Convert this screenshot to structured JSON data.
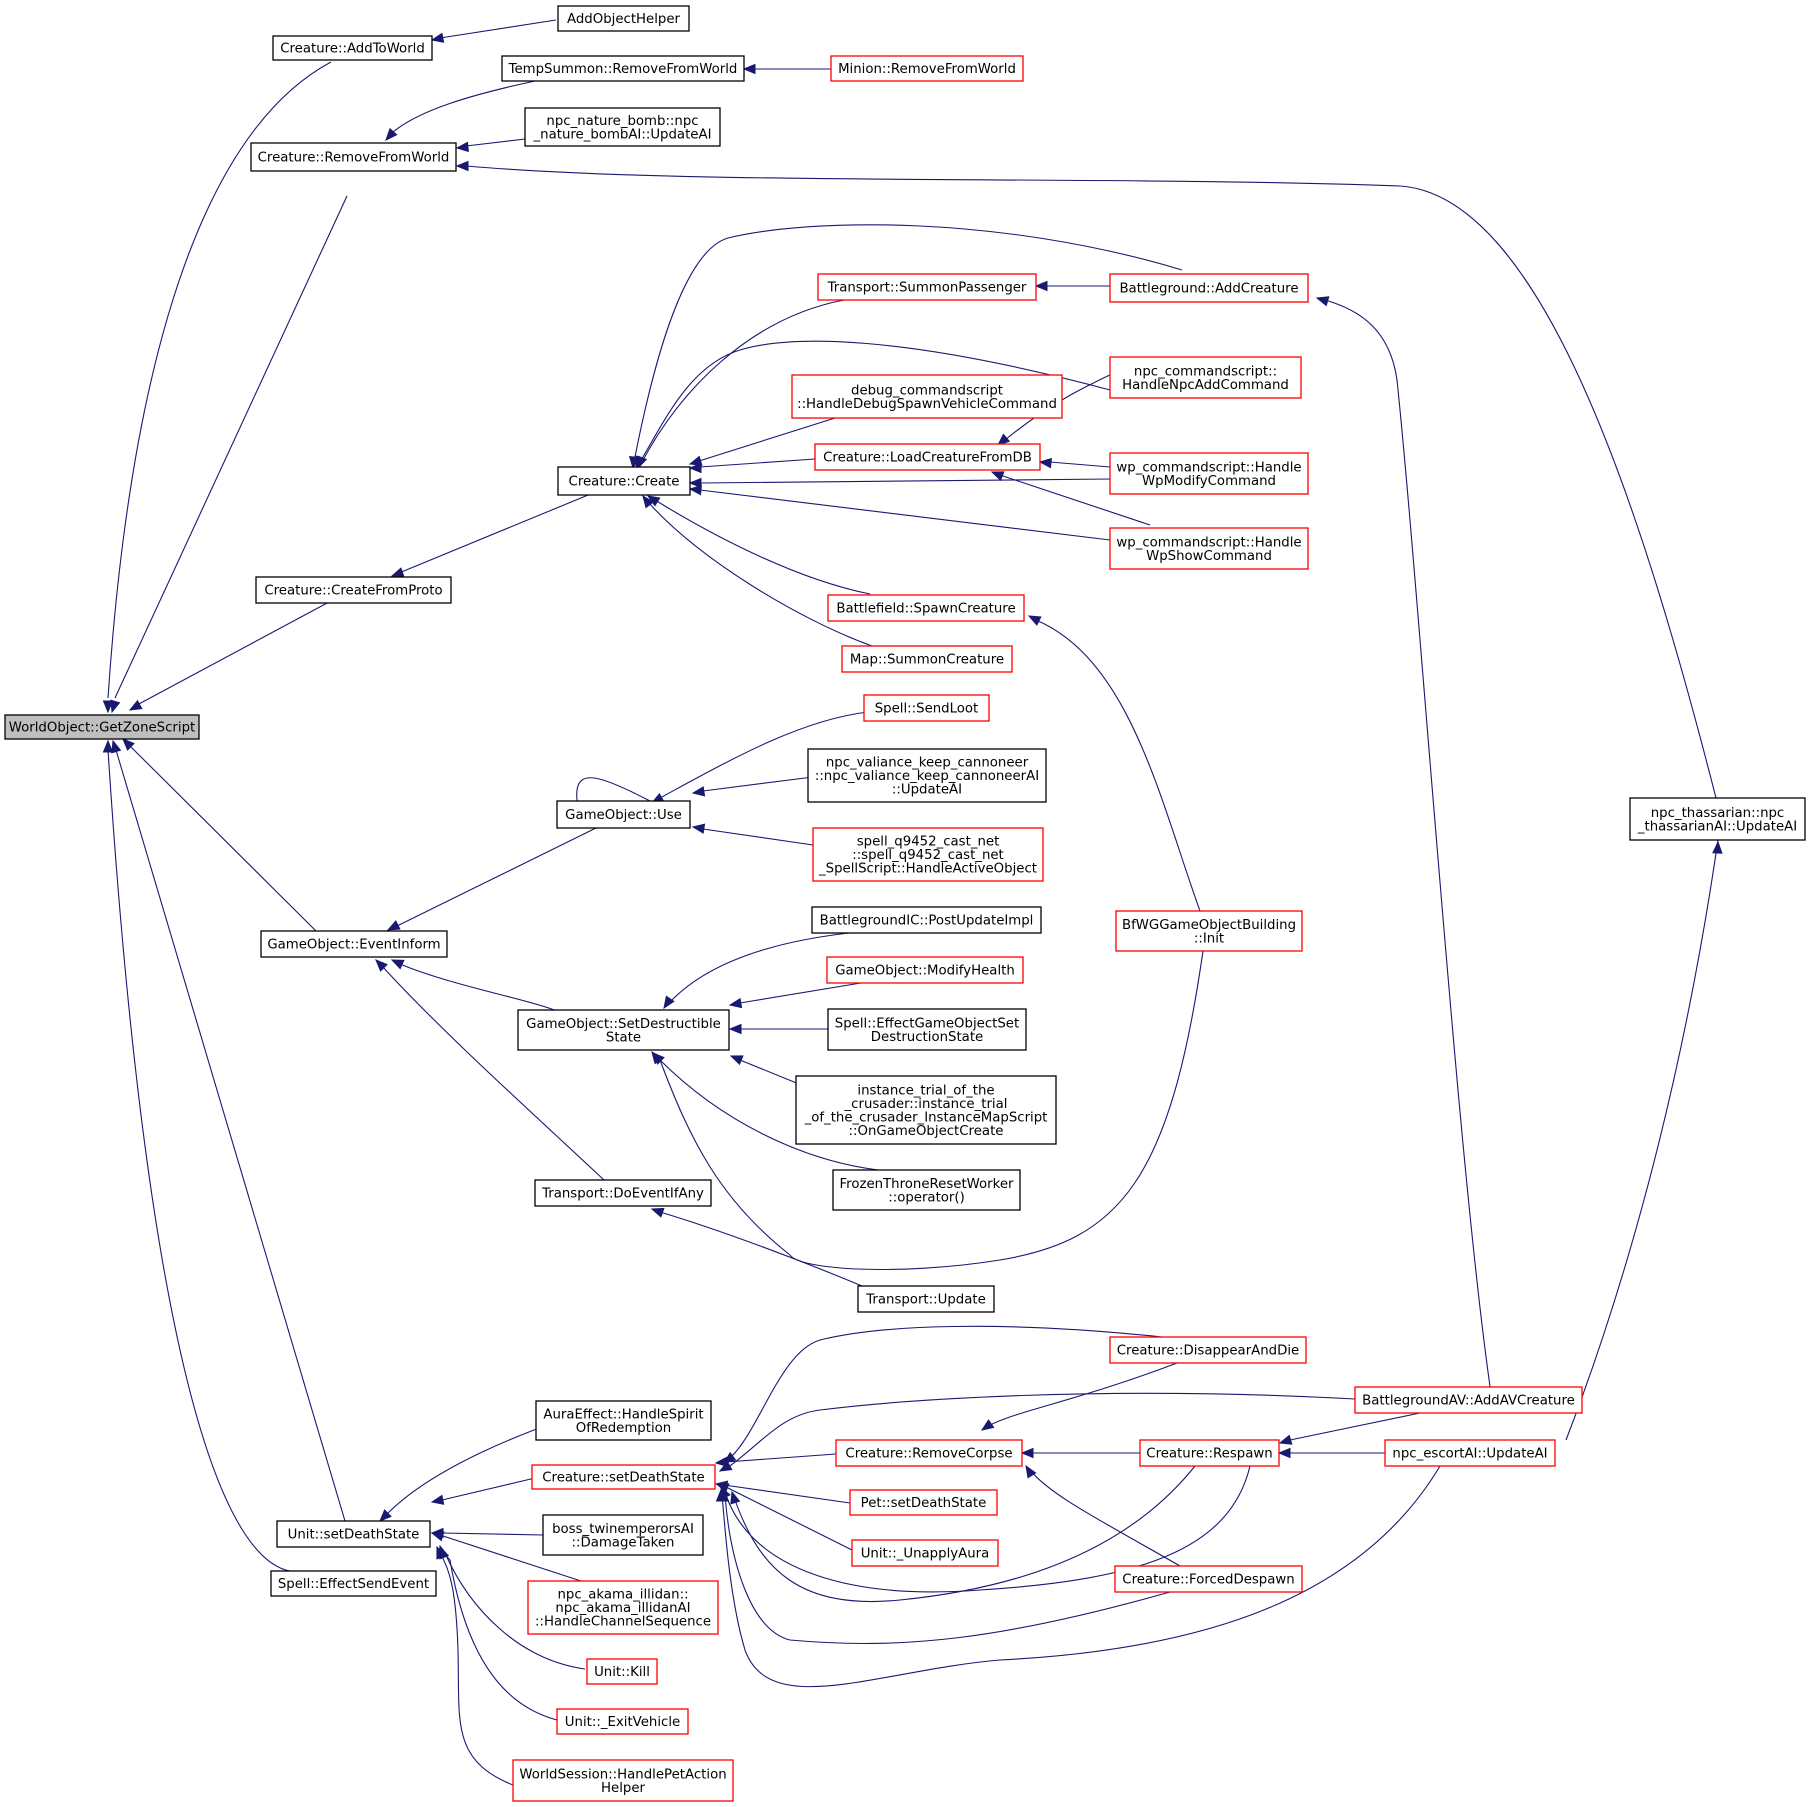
{
  "colors": {
    "edge": "#191970",
    "border_normal": "#000000",
    "border_truncated": "#ff0000",
    "root_fill": "#bfbfbf"
  },
  "nodes": [
    {
      "id": "root",
      "lines": [
        "WorldObject::GetZoneScript"
      ],
      "style": "root"
    },
    {
      "id": "addtoworld",
      "lines": [
        "Creature::AddToWorld"
      ],
      "style": "black"
    },
    {
      "id": "addobjecthelper",
      "lines": [
        "AddObjectHelper"
      ],
      "style": "black"
    },
    {
      "id": "removefromworld",
      "lines": [
        "Creature::RemoveFromWorld"
      ],
      "style": "black"
    },
    {
      "id": "tempsummon",
      "lines": [
        "TempSummon::RemoveFromWorld"
      ],
      "style": "black"
    },
    {
      "id": "minion",
      "lines": [
        "Minion::RemoveFromWorld"
      ],
      "style": "red"
    },
    {
      "id": "naturebomb",
      "lines": [
        "npc_nature_bomb::npc",
        "_nature_bombAI::UpdateAI"
      ],
      "style": "black"
    },
    {
      "id": "thassarian",
      "lines": [
        "npc_thassarian::npc",
        "_thassarianAI::UpdateAI"
      ],
      "style": "black"
    },
    {
      "id": "createfromproto",
      "lines": [
        "Creature::CreateFromProto"
      ],
      "style": "black"
    },
    {
      "id": "create",
      "lines": [
        "Creature::Create"
      ],
      "style": "black"
    },
    {
      "id": "summonpassenger",
      "lines": [
        "Transport::SummonPassenger"
      ],
      "style": "red"
    },
    {
      "id": "bgaddcreature",
      "lines": [
        "Battleground::AddCreature"
      ],
      "style": "red"
    },
    {
      "id": "npcadd",
      "lines": [
        "npc_commandscript::",
        "HandleNpcAddCommand"
      ],
      "style": "red"
    },
    {
      "id": "debugspawn",
      "lines": [
        "debug_commandscript",
        "::HandleDebugSpawnVehicleCommand"
      ],
      "style": "red"
    },
    {
      "id": "loadcreature",
      "lines": [
        "Creature::LoadCreatureFromDB"
      ],
      "style": "red"
    },
    {
      "id": "wpmodify",
      "lines": [
        "wp_commandscript::Handle",
        "WpModifyCommand"
      ],
      "style": "red"
    },
    {
      "id": "wpshow",
      "lines": [
        "wp_commandscript::Handle",
        "WpShowCommand"
      ],
      "style": "red"
    },
    {
      "id": "bfspawn",
      "lines": [
        "Battlefield::SpawnCreature"
      ],
      "style": "red"
    },
    {
      "id": "mapsummon",
      "lines": [
        "Map::SummonCreature"
      ],
      "style": "red"
    },
    {
      "id": "sendloot",
      "lines": [
        "Spell::SendLoot"
      ],
      "style": "red"
    },
    {
      "id": "cannoneer",
      "lines": [
        "npc_valiance_keep_cannoneer",
        "::npc_valiance_keep_cannoneerAI",
        "::UpdateAI"
      ],
      "style": "black"
    },
    {
      "id": "q9452",
      "lines": [
        "spell_q9452_cast_net",
        "::spell_q9452_cast_net",
        "_SpellScript::HandleActiveObject"
      ],
      "style": "red"
    },
    {
      "id": "gouse",
      "lines": [
        "GameObject::Use"
      ],
      "style": "black"
    },
    {
      "id": "eventinform",
      "lines": [
        "GameObject::EventInform"
      ],
      "style": "black"
    },
    {
      "id": "postupdate",
      "lines": [
        "BattlegroundIC::PostUpdateImpl"
      ],
      "style": "black"
    },
    {
      "id": "modifyhealth",
      "lines": [
        "GameObject::ModifyHealth"
      ],
      "style": "red"
    },
    {
      "id": "effectgo",
      "lines": [
        "Spell::EffectGameObjectSet",
        "DestructionState"
      ],
      "style": "black"
    },
    {
      "id": "trialcrusader",
      "lines": [
        "instance_trial_of_the",
        "_crusader::instance_trial",
        "_of_the_crusader_InstanceMapScript",
        "::OnGameObjectCreate"
      ],
      "style": "black"
    },
    {
      "id": "frozenthrone",
      "lines": [
        "FrozenThroneResetWorker",
        "::operator()"
      ],
      "style": "black"
    },
    {
      "id": "setdestructible",
      "lines": [
        "GameObject::SetDestructible",
        "State"
      ],
      "style": "black"
    },
    {
      "id": "bfwg",
      "lines": [
        "BfWGGameObjectBuilding",
        "::Init"
      ],
      "style": "red"
    },
    {
      "id": "doevent",
      "lines": [
        "Transport::DoEventIfAny"
      ],
      "style": "black"
    },
    {
      "id": "transupdate",
      "lines": [
        "Transport::Update"
      ],
      "style": "black"
    },
    {
      "id": "disappear",
      "lines": [
        "Creature::DisappearAndDie"
      ],
      "style": "red"
    },
    {
      "id": "bgavadd",
      "lines": [
        "BattlegroundAV::AddAVCreature"
      ],
      "style": "red"
    },
    {
      "id": "spirit",
      "lines": [
        "AuraEffect::HandleSpirit",
        "OfRedemption"
      ],
      "style": "black"
    },
    {
      "id": "csetdeath",
      "lines": [
        "Creature::setDeathState"
      ],
      "style": "red"
    },
    {
      "id": "removecorpse",
      "lines": [
        "Creature::RemoveCorpse"
      ],
      "style": "red"
    },
    {
      "id": "respawn",
      "lines": [
        "Creature::Respawn"
      ],
      "style": "red"
    },
    {
      "id": "escort",
      "lines": [
        "npc_escortAI::UpdateAI"
      ],
      "style": "red"
    },
    {
      "id": "petdeath",
      "lines": [
        "Pet::setDeathState"
      ],
      "style": "red"
    },
    {
      "id": "unapply",
      "lines": [
        "Unit::_UnapplyAura"
      ],
      "style": "red"
    },
    {
      "id": "forceddespawn",
      "lines": [
        "Creature::ForcedDespawn"
      ],
      "style": "red"
    },
    {
      "id": "usetdeath",
      "lines": [
        "Unit::setDeathState"
      ],
      "style": "black"
    },
    {
      "id": "twinemperors",
      "lines": [
        "boss_twinemperorsAI",
        "::DamageTaken"
      ],
      "style": "black"
    },
    {
      "id": "akama",
      "lines": [
        "npc_akama_illidan::",
        "npc_akama_illidanAI",
        "::HandleChannelSequence"
      ],
      "style": "red"
    },
    {
      "id": "unitkill",
      "lines": [
        "Unit::Kill"
      ],
      "style": "red"
    },
    {
      "id": "exitvehicle",
      "lines": [
        "Unit::_ExitVehicle"
      ],
      "style": "red"
    },
    {
      "id": "petaction",
      "lines": [
        "WorldSession::HandlePetAction",
        "Helper"
      ],
      "style": "red"
    },
    {
      "id": "sendevent",
      "lines": [
        "Spell::EffectSendEvent"
      ],
      "style": "black"
    }
  ]
}
